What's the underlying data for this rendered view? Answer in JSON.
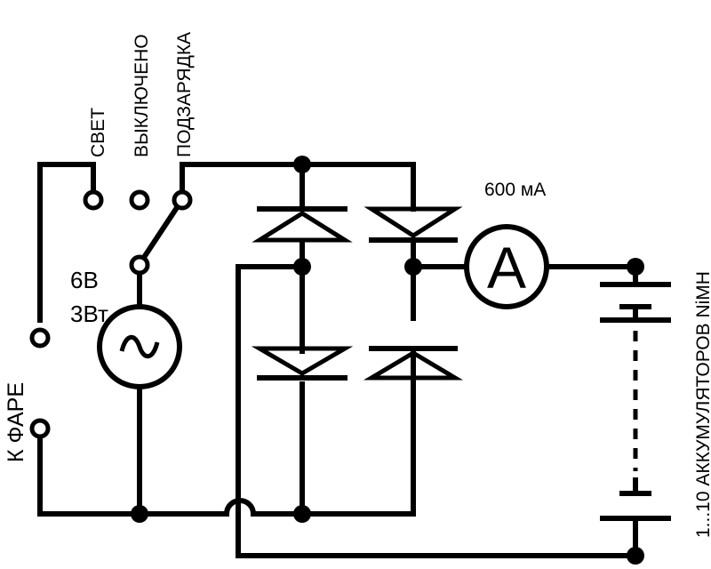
{
  "switch": {
    "positions": [
      "СВЕТ",
      "ВЫКЛЮЧЕНО",
      "ПОДЗАРЯДКА"
    ]
  },
  "generator": {
    "voltage": "6В",
    "power": "3Вт"
  },
  "ammeter": {
    "symbol": "A",
    "current": "600 мА"
  },
  "headlight": {
    "label": "К ФАРЕ"
  },
  "battery": {
    "label": "1...10 АККУМУЛЯТОРОВ NiMH"
  }
}
